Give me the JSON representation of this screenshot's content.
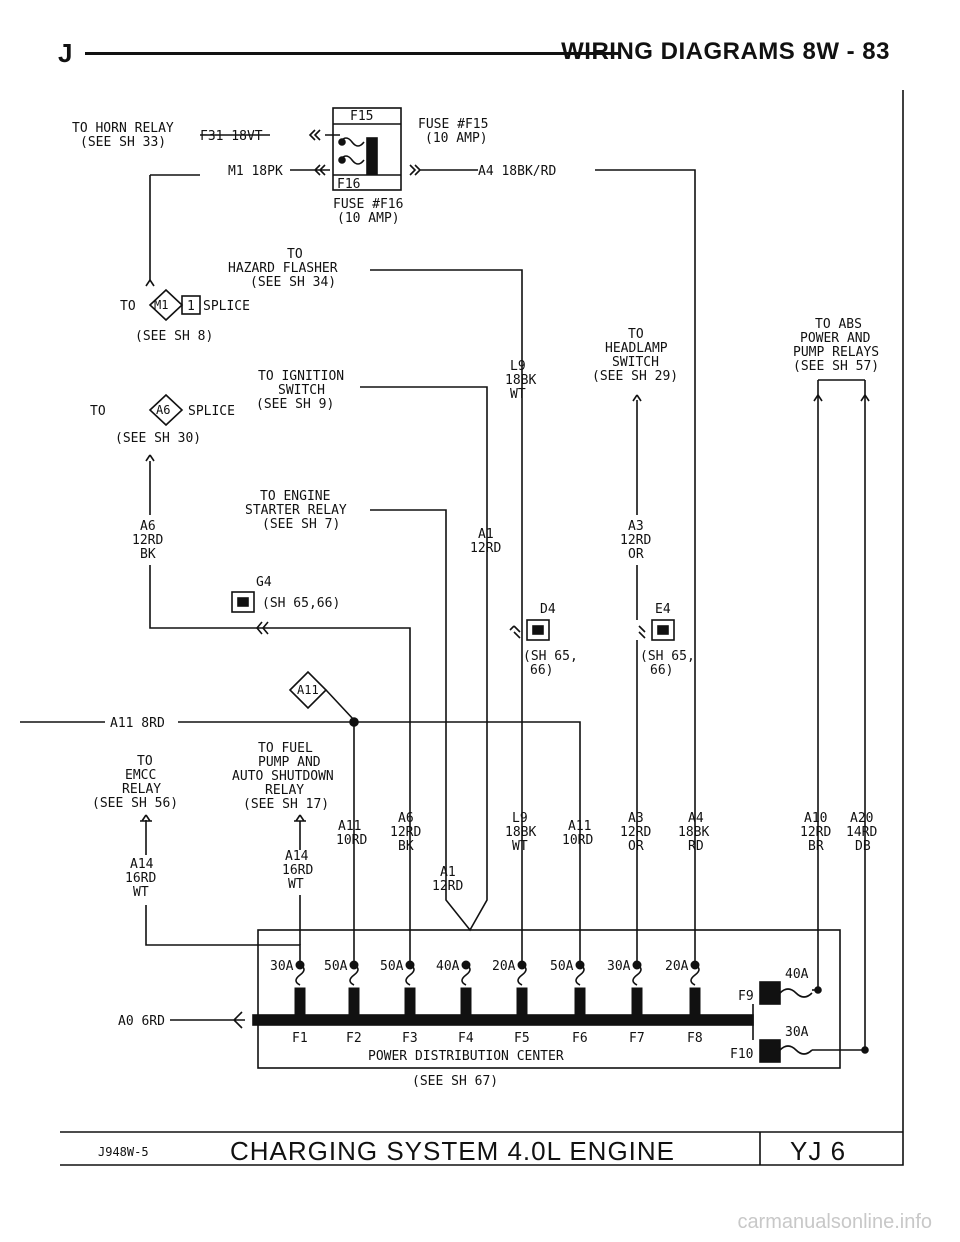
{
  "header": {
    "left": "J",
    "title": "WIRING DIAGRAMS   8W - 83"
  },
  "labels": {
    "horn1": "TO HORN RELAY",
    "horn2": "(SEE SH 33)",
    "f31": "F31 18VT",
    "f15": "F15",
    "fuse15a": "FUSE #F15",
    "fuse15b": "(10 AMP)",
    "m1": "M1 18PK",
    "a4top": "A4 18BK/RD",
    "f16": "F16",
    "fuse16a": "FUSE #F16",
    "fuse16b": "(10 AMP)",
    "haz1": "TO",
    "haz2": "HAZARD FLASHER",
    "haz3": "(SEE SH 34)",
    "m1to": "TO",
    "m1in": "M1",
    "m1box": "1",
    "m1splice": "SPLICE",
    "m1sh": "(SEE SH 8)",
    "ign1": "TO IGNITION",
    "ign2": "SWITCH",
    "ign3": "(SEE SH 9)",
    "l9a": "L9",
    "l9b": "18BK",
    "l9c": "WT",
    "head1": "TO",
    "head2": "HEADLAMP",
    "head3": "SWITCH",
    "head4": "(SEE SH 29)",
    "abs1": "TO ABS",
    "abs2": "POWER AND",
    "abs3": "PUMP RELAYS",
    "abs4": "(SEE SH 57)",
    "a6to": "TO",
    "a6in": "A6",
    "a6splice": "SPLICE",
    "a6sh": "(SEE SH 30)",
    "st1": "TO ENGINE",
    "st2": "STARTER RELAY",
    "st3": "(SEE SH 7)",
    "a6w1": "A6",
    "a6w2": "12RD",
    "a6w3": "BK",
    "a1w1": "A1",
    "a1w2": "12RD",
    "a3w1": "A3",
    "a3w2": "12RD",
    "a3w3": "OR",
    "g4": "G4",
    "g4sh": "(SH 65,66)",
    "d4": "D4",
    "d4sh1": "(SH 65,",
    "d4sh2": "66)",
    "e4": "E4",
    "e4sh1": "(SH 65,",
    "e4sh2": "66)",
    "a11diamond": "A11",
    "a11": "A11 8RD",
    "emcc1": "TO",
    "emcc2": "EMCC",
    "emcc3": "RELAY",
    "emcc4": "(SEE SH 56)",
    "fp1": "TO FUEL",
    "fp2": "PUMP AND",
    "fp3": "AUTO SHUTDOWN",
    "fp4": "RELAY",
    "fp5": "(SEE SH 17)",
    "a14a": "A14",
    "a14b": "16RD",
    "a14c": "WT",
    "a14la": "A14",
    "a14lb": "16RD",
    "a14lc": "WT",
    "a11la": "A11",
    "a11lb": "10RD",
    "a6la": "A6",
    "a6lb": "12RD",
    "a6lc": "BK",
    "a1la": "A1",
    "a1lb": "12RD",
    "l9la": "L9",
    "l9lb": "18BK",
    "l9lc": "WT",
    "a11ra": "A11",
    "a11rb": "10RD",
    "a3la": "A3",
    "a3lb": "12RD",
    "a3lc": "OR",
    "a4la": "A4",
    "a4lb": "18BK",
    "a4lc": "RD",
    "a10a": "A10",
    "a10b": "12RD",
    "a10c": "BR",
    "a20a": "A20",
    "a20b": "14RD",
    "a20c": "DB",
    "a0": "A0 6RD",
    "pdc": "POWER DISTRIBUTION CENTER",
    "pdcsh": "(SEE SH 67)",
    "code": "J948W-5",
    "footer_title": "CHARGING SYSTEM 4.0L ENGINE",
    "footer_id": "YJ 6"
  },
  "fuses": {
    "amps": [
      "30A",
      "50A",
      "50A",
      "40A",
      "20A",
      "50A",
      "30A",
      "20A"
    ],
    "names": [
      "F1",
      "F2",
      "F3",
      "F4",
      "F5",
      "F6",
      "F7",
      "F8"
    ],
    "f9": "F9",
    "f9amp": "40A",
    "f10": "F10",
    "f10amp": "30A"
  },
  "watermark": "carmanualsonline.info"
}
